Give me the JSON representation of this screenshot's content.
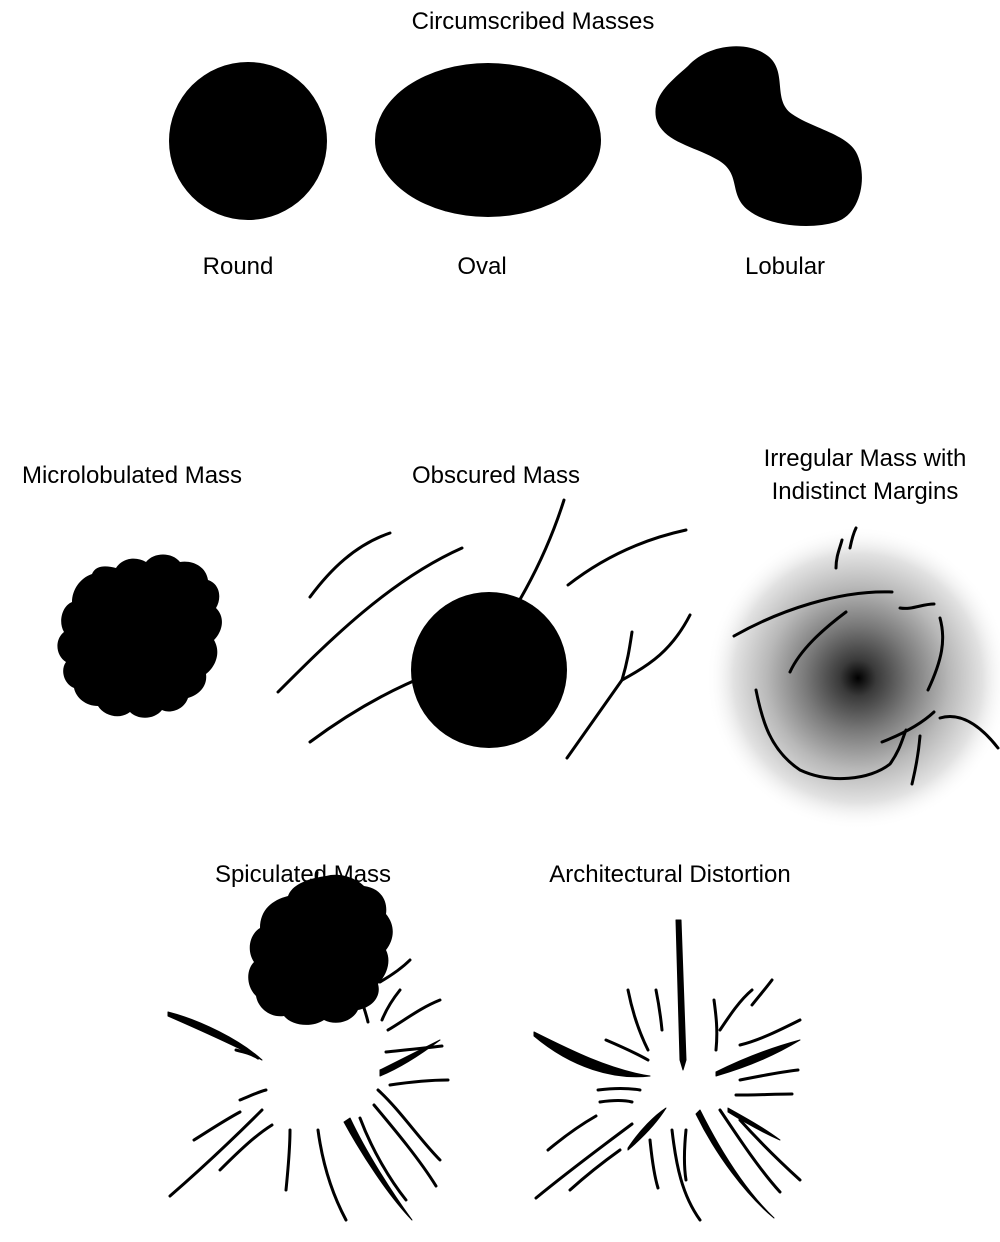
{
  "title": "Circumscribed Masses",
  "circumscribed": {
    "round": "Round",
    "oval": "Oval",
    "lobular": "Lobular"
  },
  "masses": {
    "microlobulated": "Microlobulated Mass",
    "obscured": "Obscured Mass",
    "irregular_line1": "Irregular Mass with",
    "irregular_line2": "Indistinct Margins",
    "spiculated": "Spiculated Mass",
    "distortion": "Architectural Distortion"
  }
}
